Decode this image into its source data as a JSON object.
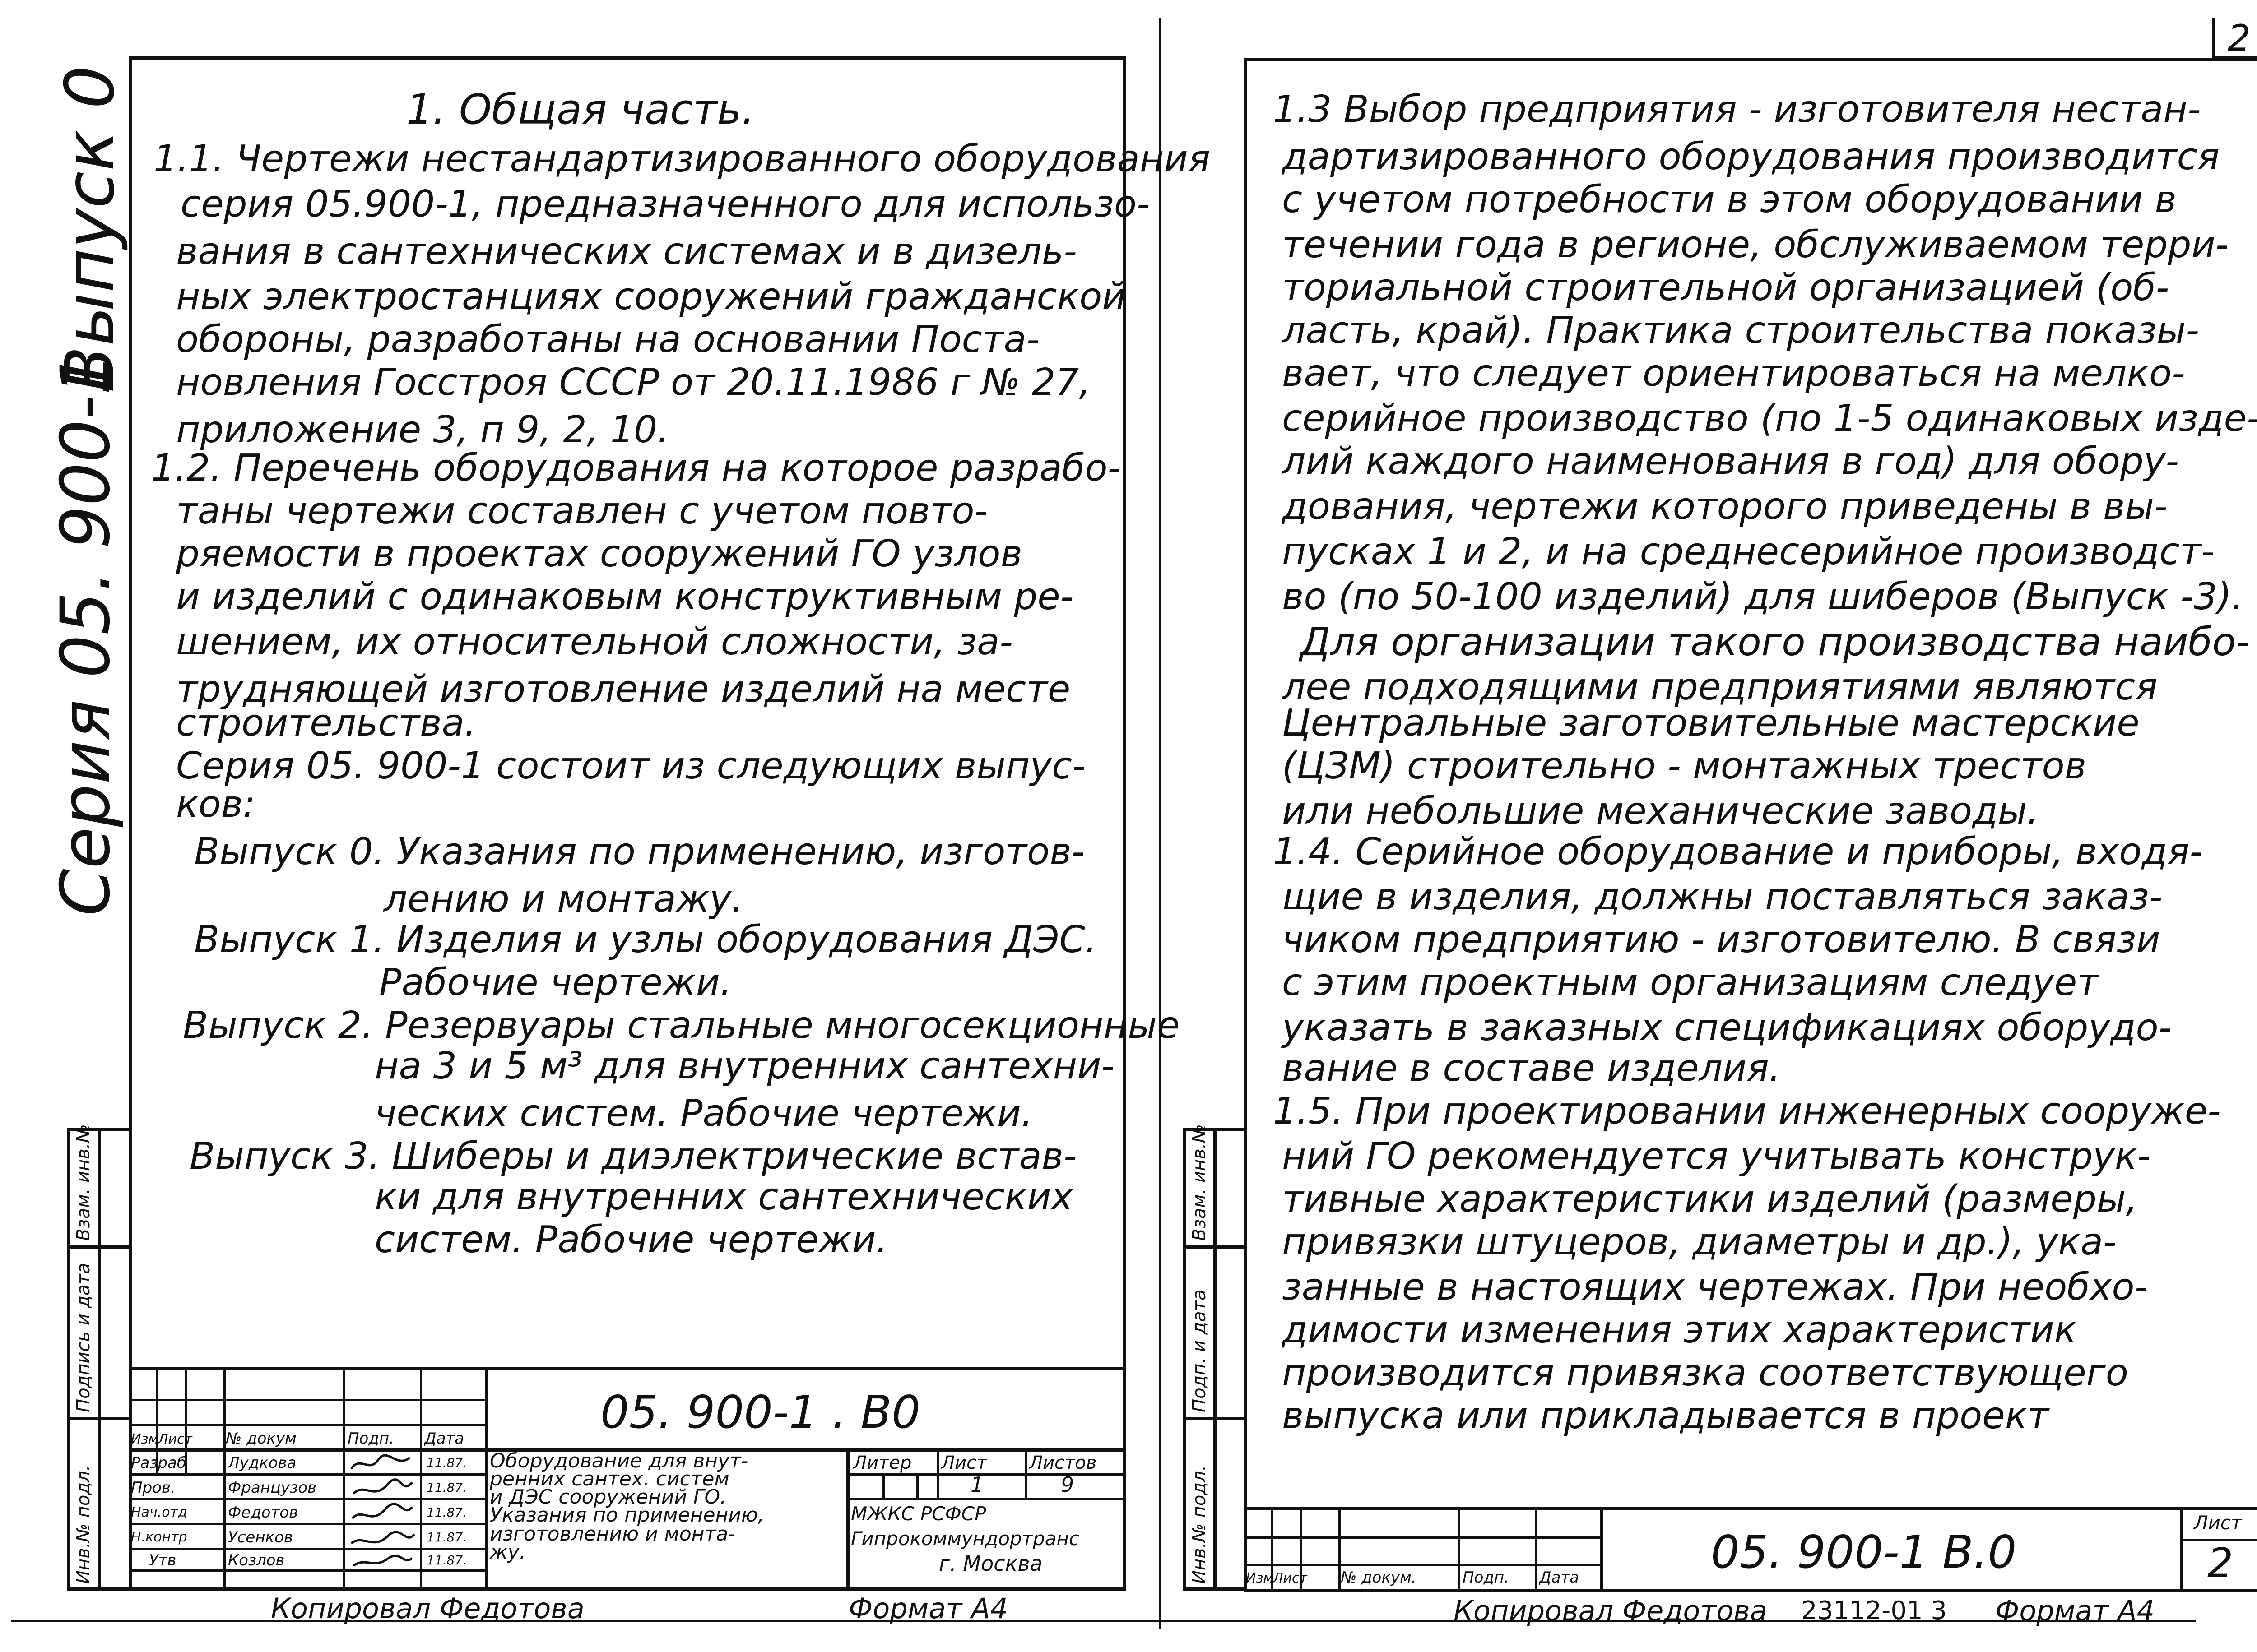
{
  "side": {
    "series": "Серия  05. 900-1",
    "issue": "Выпуск 0",
    "strip": [
      "Инв.№ подл.",
      "Подпись и дата",
      "Взам. инв.№"
    ],
    "strip_right": [
      "Инв.№ подл.",
      "Подп. и дата",
      "Взам. инв.№"
    ]
  },
  "left_page": {
    "heading": "1. Общая часть.",
    "lines": [
      "1.1. Чертежи нестандартизированного оборудования",
      "серия 05.900-1, предназначенного для использо-",
      "вания в сантехнических системах и в дизель-",
      "ных электростанциях сооружений гражданской",
      "обороны, разработаны на основании Поста-",
      "новления Госстроя СССР от 20.11.1986 г  № 27,",
      "приложение 3,  п 9, 2, 10.",
      "1.2. Перечень оборудования на которое разрабо-",
      "таны чертежи составлен с учетом повто-",
      "ряемости в проектах сооружений ГО узлов",
      "и изделий с одинаковым конструктивным ре-",
      "шением, их относительной сложности, за-",
      "трудняющей изготовление изделий на месте",
      "строительства.",
      "Серия 05. 900-1 состоит из следующих выпус-",
      "ков:",
      "Выпуск 0. Указания по применению, изготов-",
      "лению и монтажу.",
      "Выпуск 1. Изделия и узлы оборудования ДЭС.",
      "Рабочие чертежи.",
      "Выпуск 2. Резервуары стальные многосекционные",
      "на 3 и 5 м³ для внутренних сантехни-",
      "ческих систем. Рабочие чертежи.",
      "Выпуск 3. Шиберы и диэлектрические встав-",
      "ки для внутренних сантехнических",
      "систем. Рабочие чертежи."
    ],
    "stamp": {
      "code": "05. 900-1 .  В0",
      "headers": [
        "Изм",
        "Лист",
        "№ докум",
        "Подп.",
        "Дата"
      ],
      "roles": [
        "Разраб",
        "Пров.",
        "Нач.отд",
        "Н.контр",
        "Утв"
      ],
      "names": [
        "Лудкова",
        "Французов",
        "Федотов",
        "Усенков",
        "Козлов"
      ],
      "dates": [
        "11.87.",
        "11.87.",
        "11.87.",
        "11.87.",
        "11.87."
      ],
      "title": [
        "Оборудование для внут-",
        "ренних сантех. систем",
        "и ДЭС сооружений ГО.",
        "Указания по применению,",
        "изготовлению и монта-",
        "жу."
      ],
      "lit_headers": [
        "Литер",
        "Лист",
        "Листов"
      ],
      "sheet": "1",
      "sheets": "9",
      "org": [
        "МЖКС        РСФСР",
        "Гипрокоммундортранс",
        "г. Москва"
      ]
    },
    "footer_copied": "Копировал  Федотова",
    "footer_format": "Формат А4"
  },
  "right_page": {
    "corner_sheet": "2",
    "lines": [
      "1.3  Выбор предприятия - изготовителя нестан-",
      "дартизированного оборудования производится",
      "с учетом потребности в этом оборудовании в",
      "течении года в регионе, обслуживаемом терри-",
      "ториальной строительной организацией (об-",
      "ласть, край). Практика строительства показы-",
      "вает, что следует ориентироваться на мелко-",
      "серийное производство (по 1-5 одинаковых изде-",
      "лий каждого наименования в год) для обору-",
      "дования, чертежи которого приведены в вы-",
      "пусках  1 и 2, и на среднесерийное производст-",
      "во (по 50-100 изделий)  для шиберов (Выпуск -3).",
      "Для организации такого производства наибо-",
      "лее подходящими предприятиями являются",
      "Центральные заготовительные мастерские",
      "(ЦЗМ) строительно - монтажных трестов",
      "или небольшие механические заводы.",
      "1.4. Серийное оборудование и приборы, входя-",
      "щие в изделия, должны поставляться заказ-",
      "чиком предприятию - изготовителю. В связи",
      "с этим проектным организациям следует",
      "указать  в заказных спецификациях оборудо-",
      "вание  в составе изделия.",
      "1.5. При проектировании инженерных сооруже-",
      "ний ГО рекомендуется учитывать конструк-",
      "тивные характеристики изделий (размеры,",
      "привязки штуцеров, диаметры и др.), ука-",
      "занные в настоящих чертежах. При необхо-",
      "димости изменения этих характеристик",
      "производится привязка соответствующего",
      "выпуска или прикладывается в проект"
    ],
    "stamp": {
      "code": "05. 900-1   В.0",
      "headers": [
        "Изм",
        "Лист",
        "№ докум.",
        "Подп.",
        "Дата"
      ],
      "sheet_label": "Лист",
      "sheet": "2"
    },
    "footer_copied": "Копировал  Федотова",
    "footer_number": "23112-01   3",
    "footer_format": "Формат А4"
  }
}
